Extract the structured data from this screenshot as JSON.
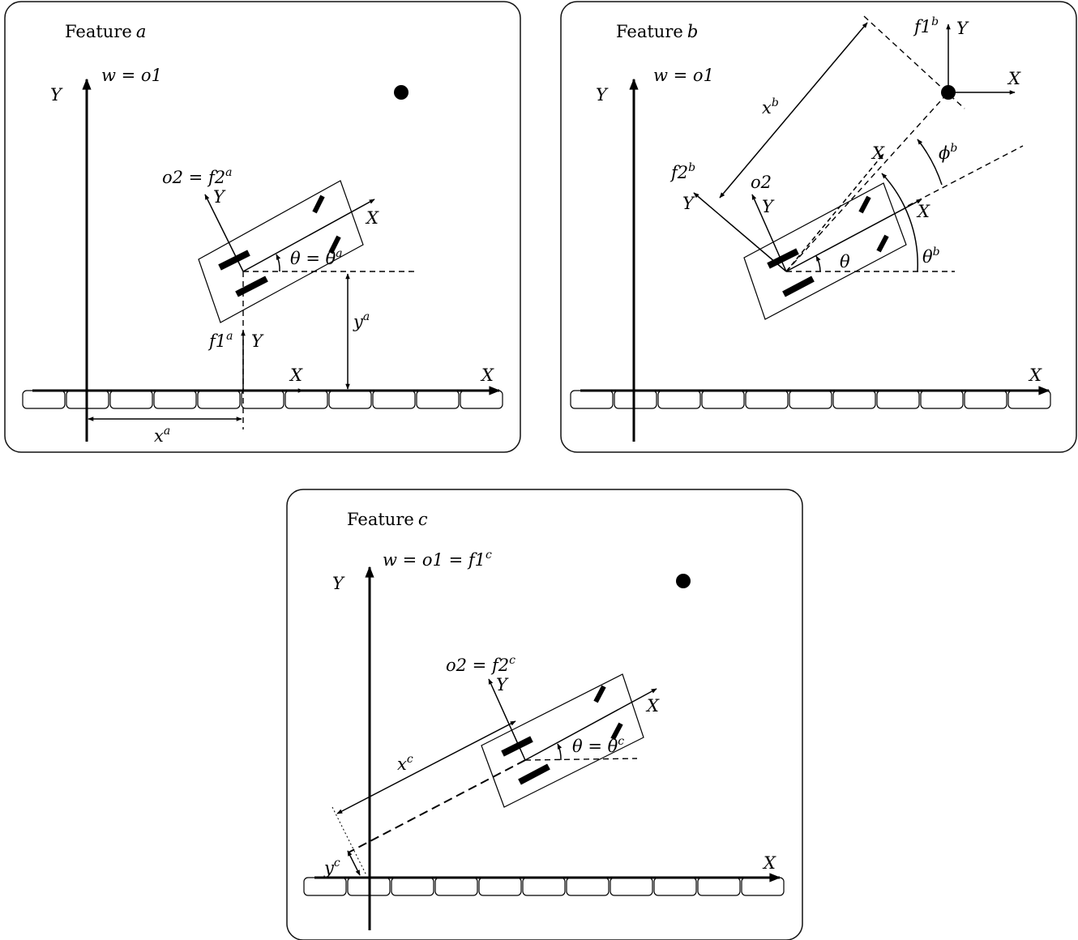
{
  "panels": {
    "a": {
      "title_prefix": "Feature",
      "title_var": "a",
      "world_label": "w = o1",
      "o2_label": "o2 = f2",
      "o2_sup": "a",
      "f1_label": "f1",
      "f1_sup": "a",
      "theta_label": "θ = θ",
      "theta_sup": "a",
      "x_label": "x",
      "x_sup": "a",
      "y_label": "y",
      "y_sup": "a",
      "axis_x": "X",
      "axis_y": "Y"
    },
    "b": {
      "title_prefix": "Feature",
      "title_var": "b",
      "world_label": "w = o1",
      "f1_label": "f1",
      "f1_sup": "b",
      "f2_label": "f2",
      "f2_sup": "b",
      "o2_label": "o2",
      "x_label": "x",
      "x_sup": "b",
      "phi_label": "ϕ",
      "phi_sup": "b",
      "theta_label": "θ",
      "thetab_label": "θ",
      "thetab_sup": "b",
      "axis_x": "X",
      "axis_y": "Y"
    },
    "c": {
      "title_prefix": "Feature",
      "title_var": "c",
      "world_label": "w = o1 = f1",
      "world_sup": "c",
      "o2_label": "o2 = f2",
      "o2_sup": "c",
      "theta_label": "θ = θ",
      "theta_sup": "c",
      "x_label": "x",
      "x_sup": "c",
      "y_label": "y",
      "y_sup": "c",
      "axis_x": "X",
      "axis_y": "Y"
    }
  }
}
